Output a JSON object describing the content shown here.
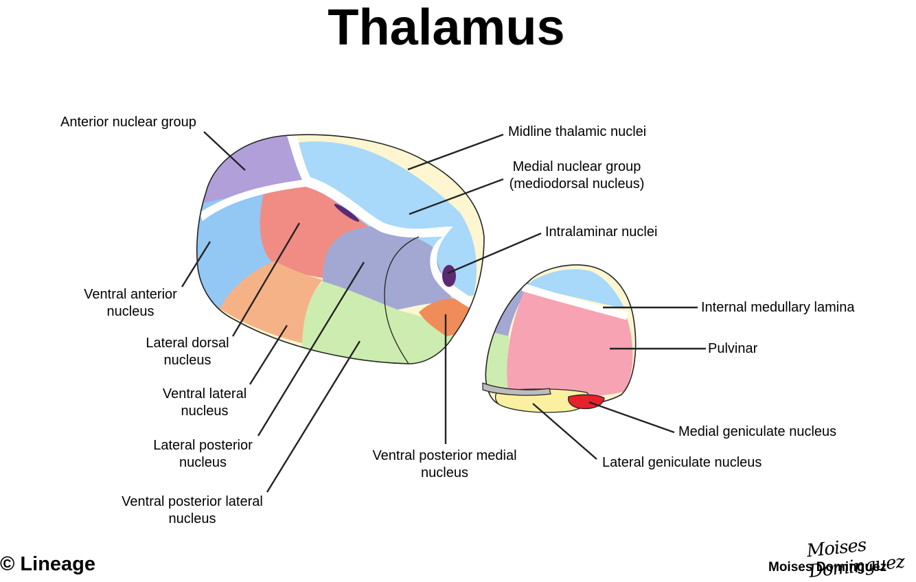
{
  "title": "Thalamus",
  "colors": {
    "anterior": "#b09fd9",
    "midline": "#fdf6d0",
    "medial": "#a8d8fa",
    "ventral_anterior": "#93c7f4",
    "lateral_dorsal": "#f08c84",
    "ventral_lateral": "#f6b287",
    "lateral_posterior": "#a2a8d2",
    "ventral_posterior_lateral": "#cdecb0",
    "ventral_posterior_medial": "#f08c5a",
    "intralaminar": "#5a2a73",
    "lamina": "#ffffff",
    "pulvinar": "#f7a3b4",
    "medial_geniculate": "#e8202a",
    "lateral_geniculate": "#fbf0a0",
    "gray_tract": "#bcbcbc",
    "outline": "#222222"
  },
  "labels": {
    "anterior_nuclear_group": "Anterior nuclear group",
    "midline_thalamic_nuclei": "Midline thalamic nuclei",
    "medial_nuclear_group_1": "Medial nuclear group",
    "medial_nuclear_group_2": "(mediodorsal nucleus)",
    "intralaminar_nuclei": "Intralaminar nuclei",
    "ventral_anterior_1": "Ventral anterior",
    "ventral_anterior_2": "nucleus",
    "lateral_dorsal_1": "Lateral dorsal",
    "lateral_dorsal_2": "nucleus",
    "ventral_lateral_1": "Ventral lateral",
    "ventral_lateral_2": "nucleus",
    "lateral_posterior_1": "Lateral posterior",
    "lateral_posterior_2": "nucleus",
    "ventral_posterior_lateral_1": "Ventral posterior lateral",
    "ventral_posterior_lateral_2": "nucleus",
    "ventral_posterior_medial_1": "Ventral posterior medial",
    "ventral_posterior_medial_2": "nucleus",
    "internal_medullary_lamina": "Internal medullary lamina",
    "pulvinar": "Pulvinar",
    "medial_geniculate_nucleus": "Medial geniculate nucleus",
    "lateral_geniculate_nucleus": "Lateral geniculate nucleus"
  },
  "credits": {
    "copyright": "© Lineage",
    "author": "Moises Dominguez",
    "signature": "Moises Dominguez"
  }
}
